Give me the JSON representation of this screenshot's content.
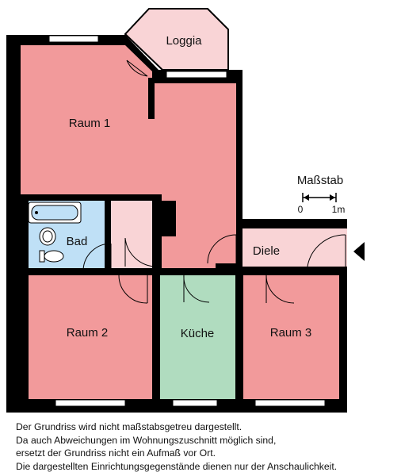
{
  "rooms": {
    "raum1": "Raum 1",
    "loggia": "Loggia",
    "bad": "Bad",
    "diele": "Diele",
    "raum2": "Raum 2",
    "kueche": "Küche",
    "raum3": "Raum 3"
  },
  "scale": {
    "title": "Maßstab",
    "start": "0",
    "end": "1m"
  },
  "colors": {
    "room": "#f29a9b",
    "hall": "#f9d4d6",
    "bath": "#bfe0f6",
    "kitchen": "#b0dcbf",
    "wall": "#000000"
  },
  "disclaimer": [
    "Der Grundriss wird nicht maßstabsgetreu dargestellt.",
    "Da auch Abweichungen im Wohnungszuschnitt möglich sind,",
    "ersetzt der Grundriss nicht ein Aufmaß vor Ort.",
    "Die dargestellten Einrichtungsgegenstände dienen nur der Anschaulichkeit."
  ]
}
